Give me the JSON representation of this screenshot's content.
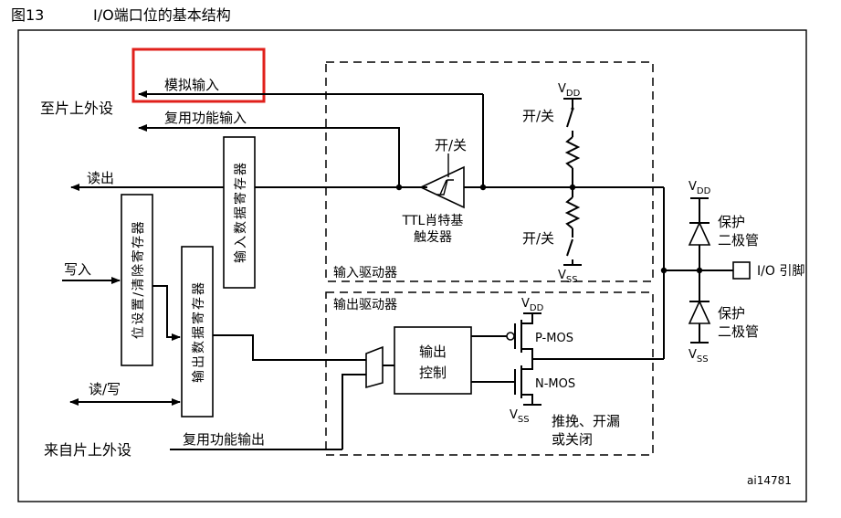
{
  "figure": {
    "number": "图13",
    "title": "I/O端口位的基本结构",
    "id_code": "ai14781"
  },
  "labels": {
    "analog_input": "模拟输入",
    "to_onchip_peripheral": "至片上外设",
    "alt_func_input": "复用功能输入",
    "read": "读出",
    "write": "写入",
    "read_write": "读/写",
    "from_onchip_peripheral": "来自片上外设",
    "alt_func_output": "复用功能输出",
    "bit_set_reset_reg": "位设置/清除寄存器",
    "input_data_reg": "输入数据寄存器",
    "output_data_reg": "输出数据寄存器",
    "on_off": "开/关",
    "ttl_schmitt_1": "TTL肖特基",
    "ttl_schmitt_2": "触发器",
    "input_driver": "输入驱动器",
    "output_driver": "输出驱动器",
    "output_control_1": "输出",
    "output_control_2": "控制",
    "pmos": "P-MOS",
    "nmos": "N-MOS",
    "vdd_main": "V",
    "vdd_sub": "DD",
    "vss_main": "V",
    "vss_sub": "SS",
    "protect_1": "保护",
    "protect_2": "二极管",
    "io_pin": "I/O 引脚",
    "push_pull_1": "推挽、开漏",
    "push_pull_2": "或关闭"
  },
  "highlight": {
    "color": "#e0201b"
  },
  "colors": {
    "line": "#000000",
    "background": "#ffffff"
  }
}
